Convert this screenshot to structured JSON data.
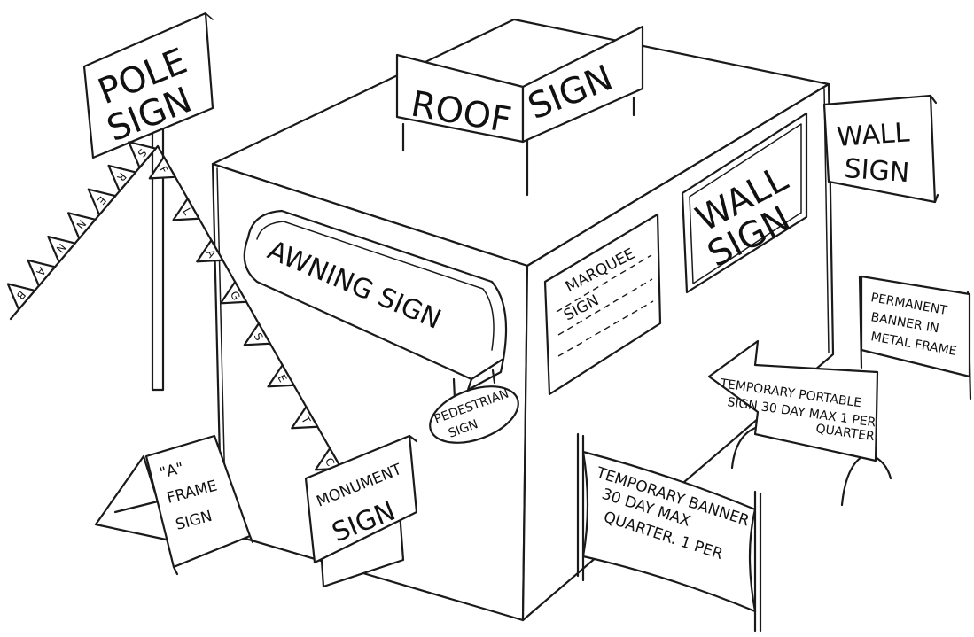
{
  "signs": {
    "pole": [
      "POLE",
      "SIGN"
    ],
    "roof": [
      "ROOF",
      "SIGN"
    ],
    "wall_right": [
      "WALL",
      "SIGN"
    ],
    "wall_building": [
      "WALL",
      "SIGN"
    ],
    "awning": "AWNING SIGN",
    "marquee": [
      "MARQUEE",
      "SIGN"
    ],
    "pedestrian": [
      "PEDESTRIAN",
      "SIGN"
    ],
    "monument": [
      "MONUMENT",
      "SIGN"
    ],
    "a_frame": [
      "\"A\"",
      "FRAME",
      "SIGN"
    ],
    "permanent_banner": [
      "PERMANENT",
      "BANNER IN",
      "METAL FRAME"
    ],
    "portable": [
      "TEMPORARY PORTABLE",
      "SIGN 30 DAY MAX 1 PER",
      "QUARTER"
    ],
    "temp_banner": [
      "TEMPORARY BANNER",
      "30 DAY MAX",
      "QUARTER. 1 PER"
    ]
  },
  "banners_letters": [
    "B",
    "A",
    "N",
    "N",
    "E",
    "R",
    "S"
  ],
  "flags_letters": [
    "F",
    "L",
    "A",
    "G",
    "S",
    "E",
    "T",
    "C"
  ],
  "colors": {
    "ink": "#1a1a1a",
    "paper": "#ffffff"
  }
}
